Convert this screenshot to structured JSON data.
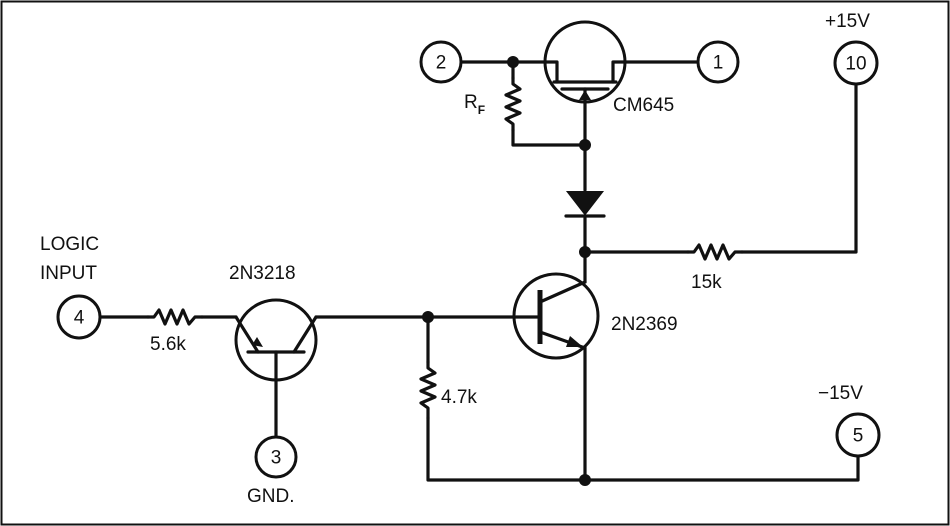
{
  "labels": {
    "logic_input_line1": "LOGIC",
    "logic_input_line2": "INPUT",
    "gnd": "GND.",
    "plus_15v": "+15V",
    "minus_15v": "−15V",
    "rf_main": "R",
    "rf_sub": "F"
  },
  "components": {
    "fet": "CM645",
    "q1": "2N3218",
    "q2": "2N2369",
    "r_input": "5.6k",
    "r_base": "4.7k",
    "r_pullup": "15k"
  },
  "terminals": {
    "t1": "1",
    "t2": "2",
    "t3": "3",
    "t4": "4",
    "t5": "5",
    "t10": "10"
  }
}
